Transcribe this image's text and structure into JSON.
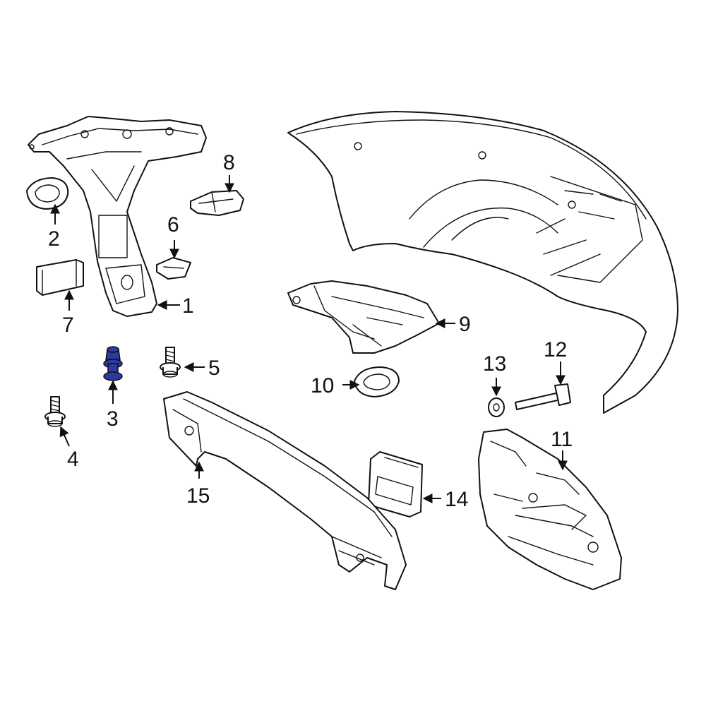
{
  "diagram": {
    "highlight_color": "#2b3a9c",
    "line_color": "#111111",
    "callouts": [
      "1",
      "2",
      "3",
      "4",
      "5",
      "6",
      "7",
      "8",
      "9",
      "10",
      "11",
      "12",
      "13",
      "14",
      "15"
    ]
  }
}
